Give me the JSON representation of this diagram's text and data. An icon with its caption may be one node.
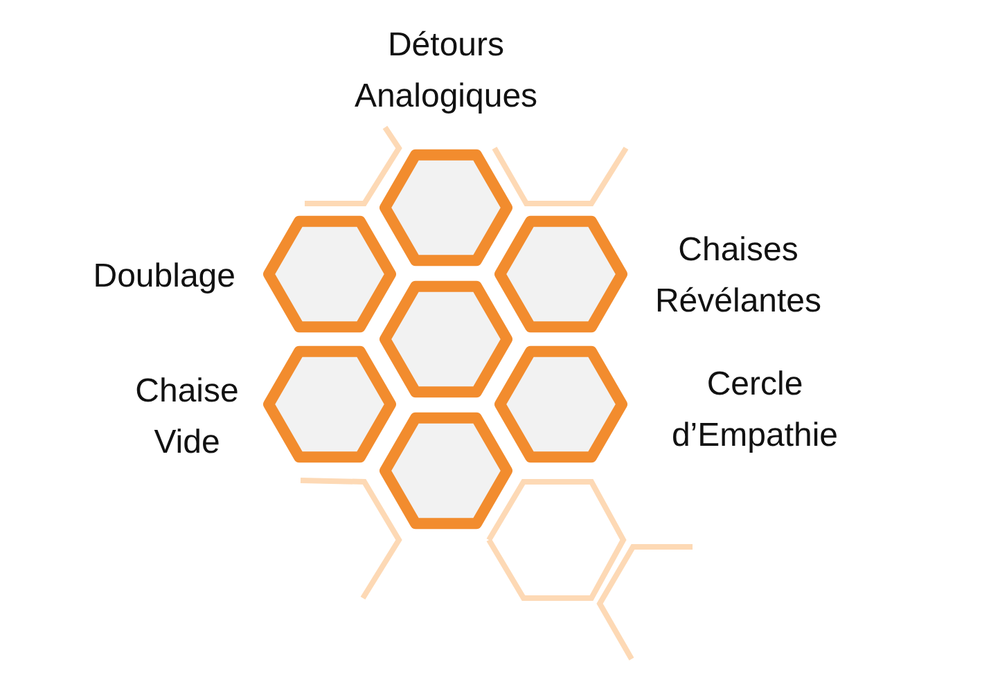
{
  "diagram": {
    "labels": [
      "Détours Analogiques",
      "Doublage",
      "Chaises Révélantes",
      "Chaise Vide",
      "Cercle d’Empathie"
    ]
  }
}
